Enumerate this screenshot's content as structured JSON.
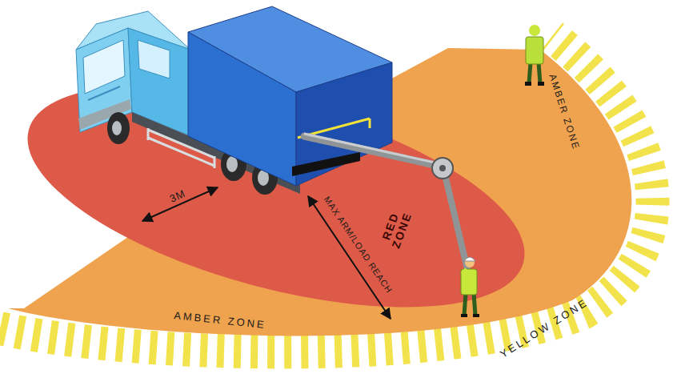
{
  "diagram": {
    "nodes": [
      {
        "text": [
          "RED ZONE"
        ]
      },
      {
        "text": [
          "AMBER ZONE",
          "AMBER ZONE"
        ]
      },
      {
        "text": [
          "YELLOW ZONE"
        ]
      }
    ],
    "labels": [
      "3M",
      "MAX ARM/LOAD REACH"
    ]
  }
}
